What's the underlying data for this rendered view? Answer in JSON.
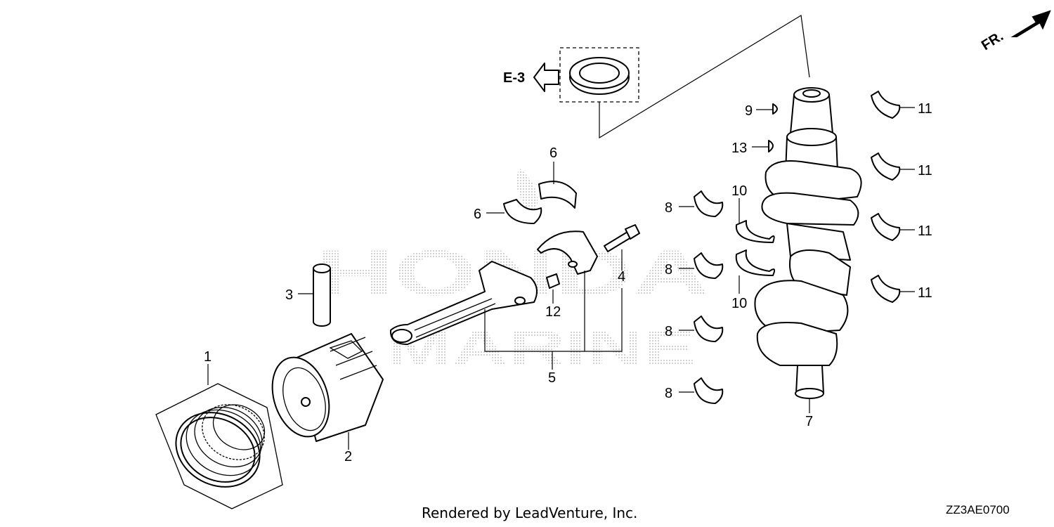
{
  "diagram": {
    "watermark_line1": "HONDA",
    "watermark_line2": "MARINE",
    "direction_label": "FR.",
    "reference_label": "E-3",
    "callouts": {
      "c1": "1",
      "c2": "2",
      "c3": "3",
      "c4": "4",
      "c5": "5",
      "c6a": "6",
      "c6b": "6",
      "c7": "7",
      "c8a": "8",
      "c8b": "8",
      "c8c": "8",
      "c8d": "8",
      "c9": "9",
      "c10a": "10",
      "c10b": "10",
      "c11a": "11",
      "c11b": "11",
      "c11c": "11",
      "c11d": "11",
      "c12": "12",
      "c13": "13"
    }
  },
  "footer": {
    "credit": "Rendered by LeadVenture, Inc.",
    "diagram_code": "ZZ3AE0700"
  }
}
